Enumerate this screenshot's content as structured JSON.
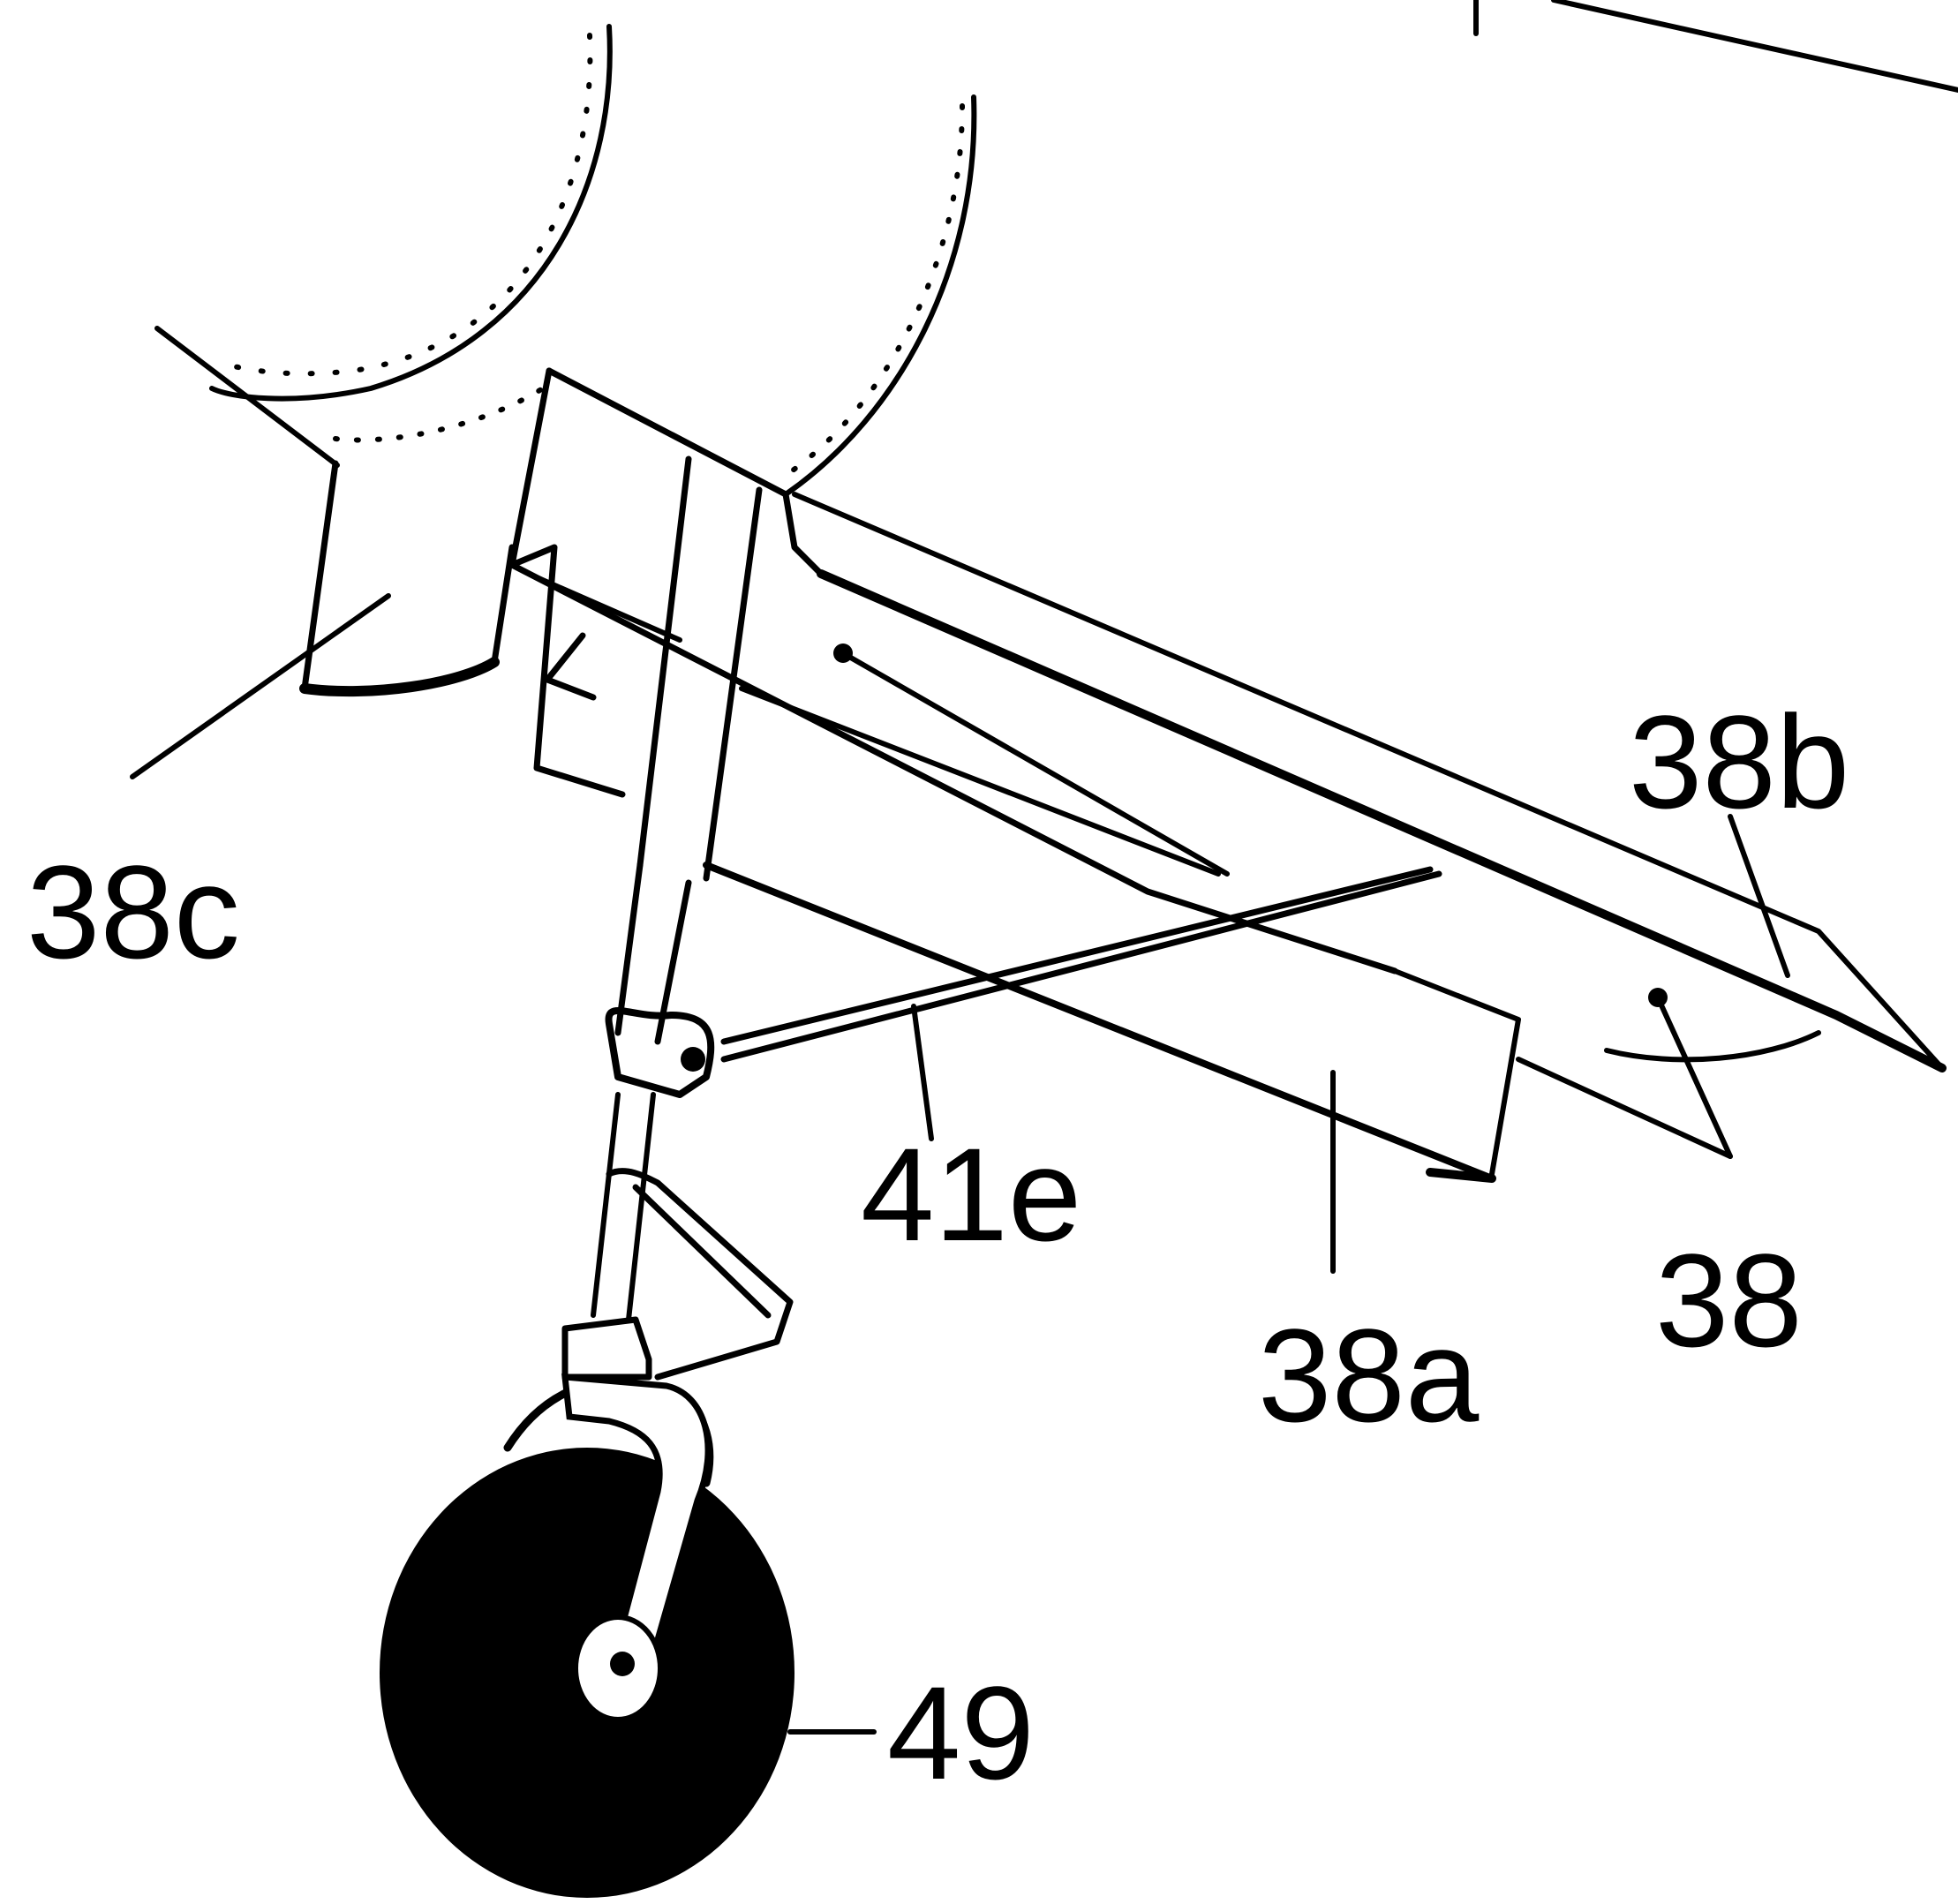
{
  "figure": {
    "labels": {
      "ref_38c": "38c",
      "ref_38b": "38b",
      "ref_41e": "41e",
      "ref_38a": "38a",
      "ref_38": "38",
      "ref_49": "49"
    }
  }
}
